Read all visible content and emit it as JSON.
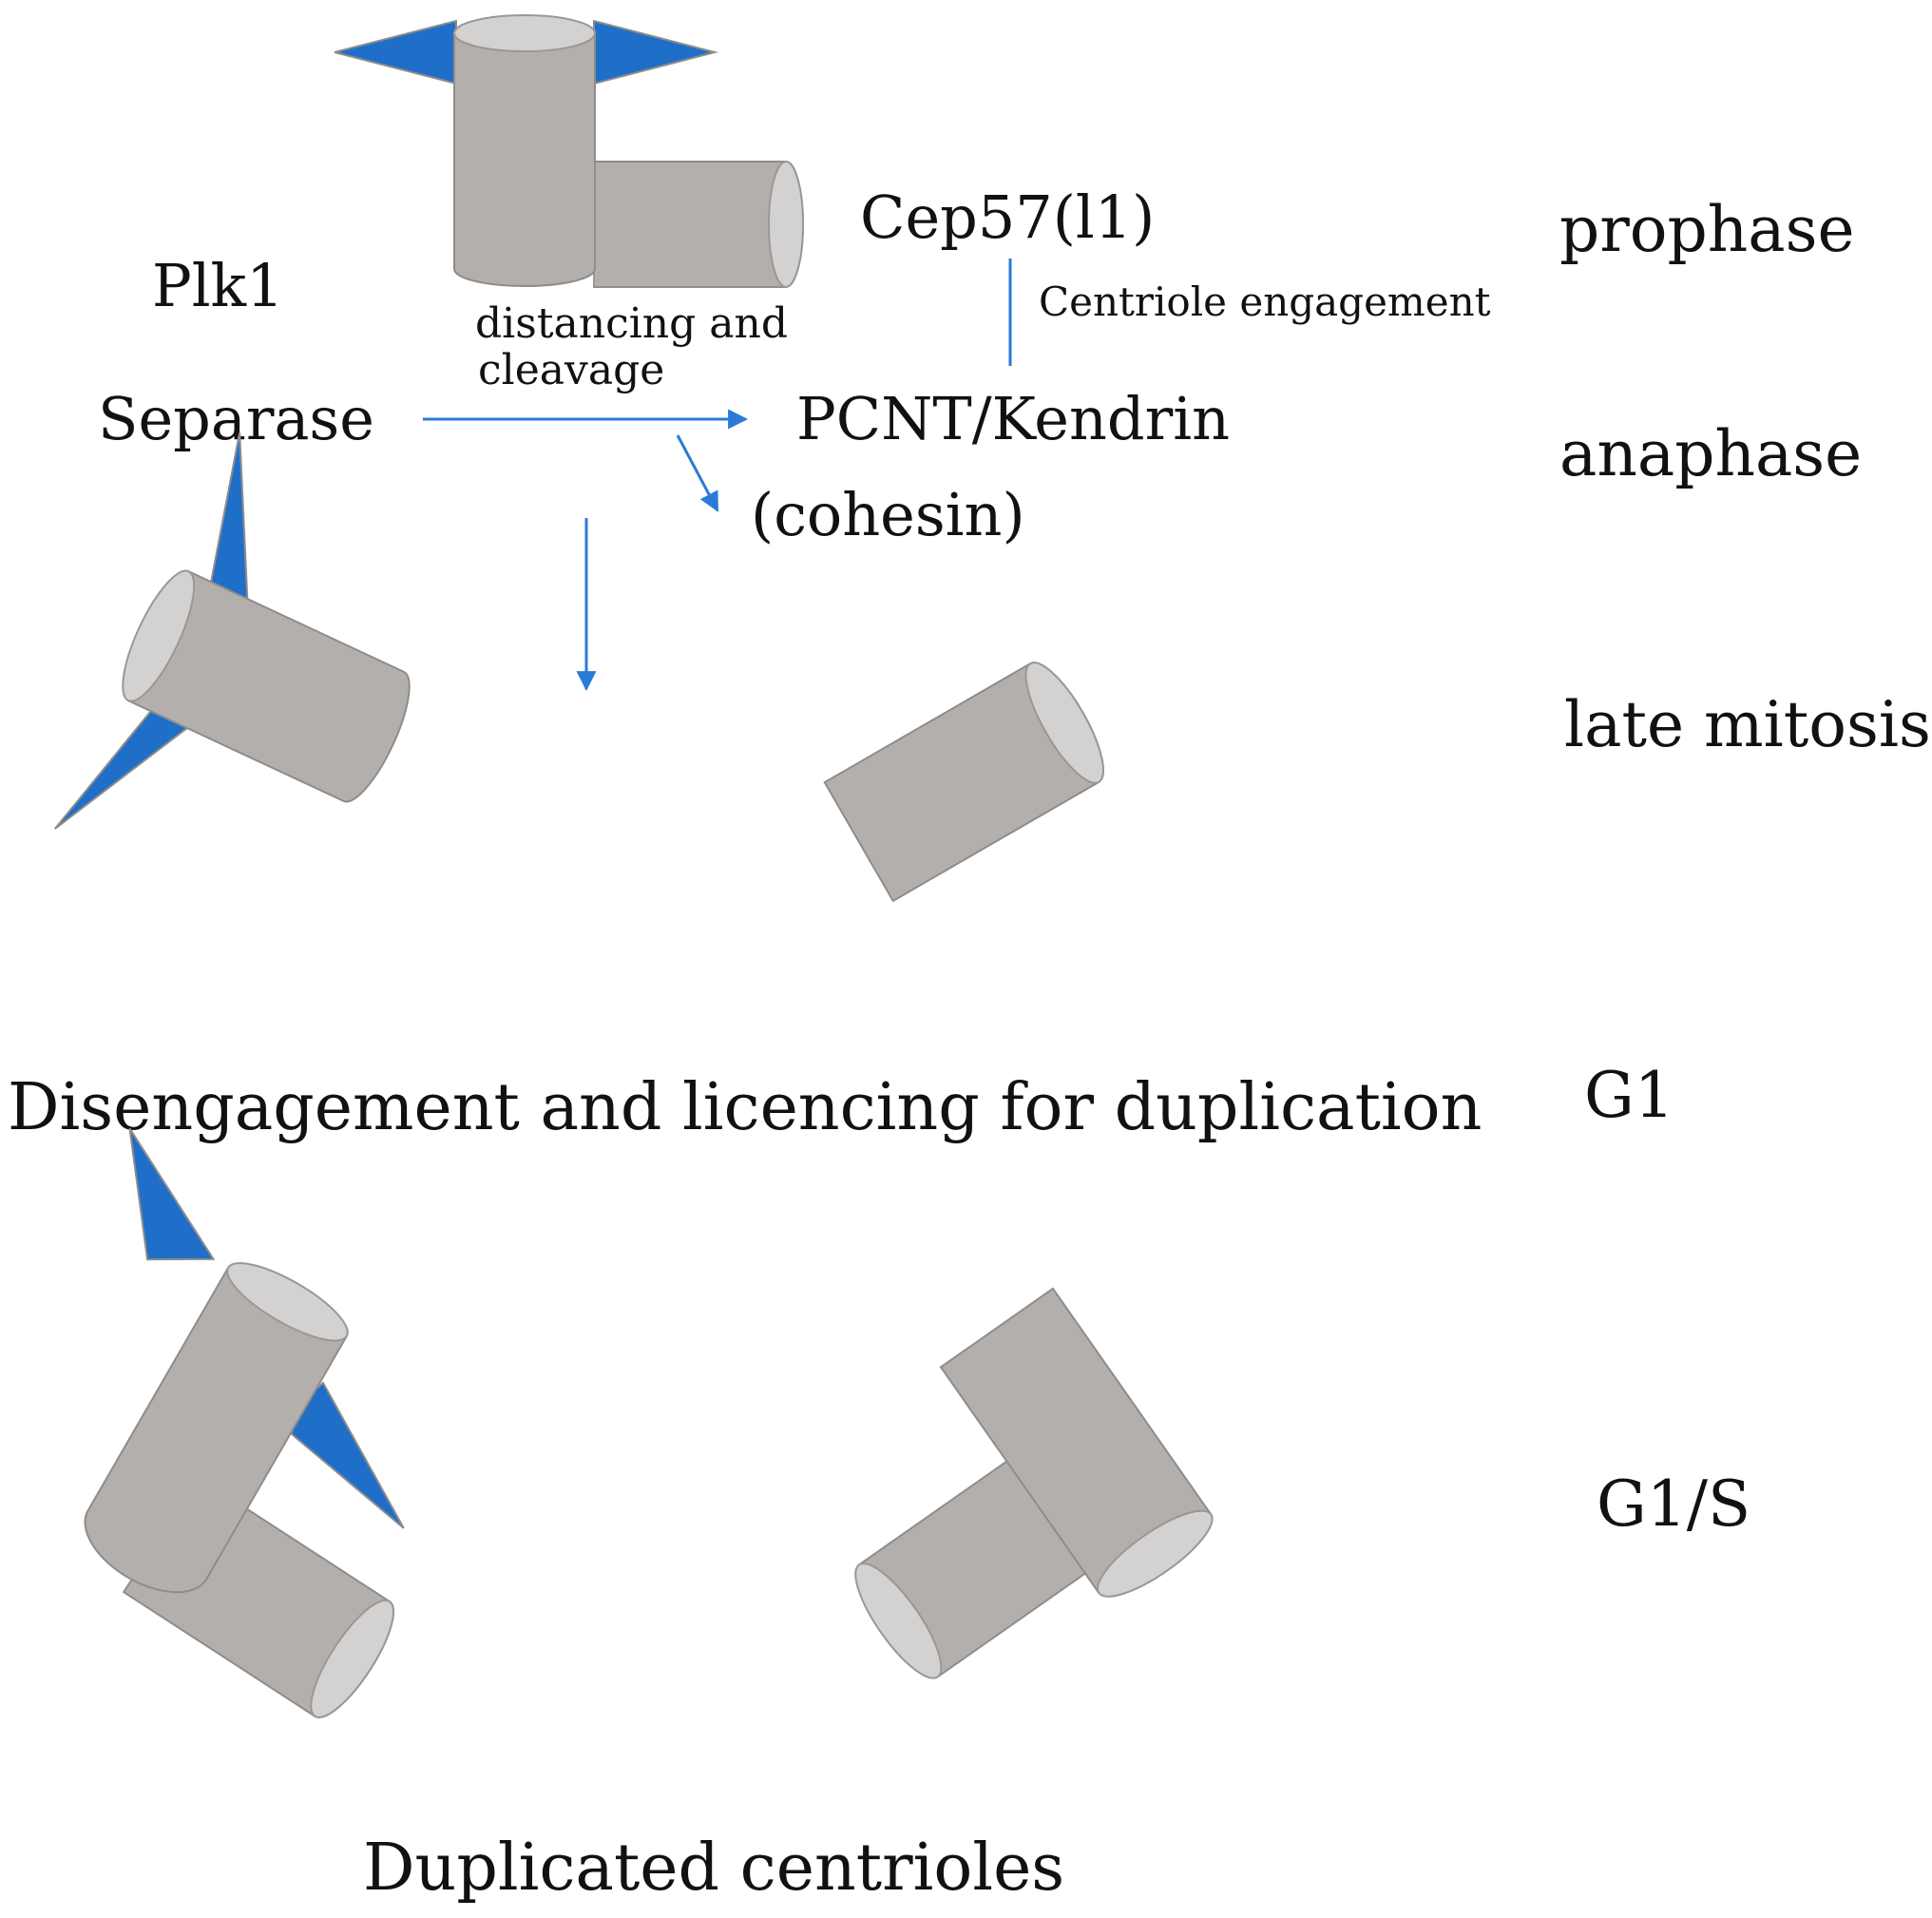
{
  "colors": {
    "appendage": "#1f6fc9",
    "centriole": "#b3afad",
    "centriole_end": "#d4d2d1",
    "arrow": "#2a7bd6",
    "text": "#111111"
  },
  "labels": {
    "plk1": "Plk1",
    "separase": "Separase",
    "cep57": "Cep57(l1)",
    "centriole_engagement": "Centriole engagement",
    "distancing_line1": "distancing and",
    "distancing_line2": "cleavage",
    "pcnt": "PCNT/Kendrin",
    "cohesin": "(cohesin)",
    "disengagement": "Disengagement and licencing for duplication",
    "duplicated": "Duplicated centrioles"
  },
  "phases": {
    "prophase": "prophase",
    "anaphase": "anaphase",
    "late_mitosis": "late mitosis",
    "g1": "G1",
    "g1s": "G1/S"
  },
  "icons": {
    "centriole": "cylinder-icon",
    "appendage": "triangle-appendage-icon",
    "arrow": "arrow-icon"
  }
}
